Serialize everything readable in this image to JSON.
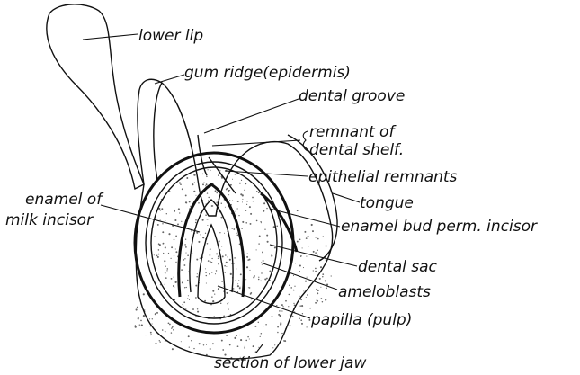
{
  "figure": {
    "labels": {
      "lower_lip": "lower lip",
      "gum_ridge": "gum ridge(epidermis)",
      "dental_groove": "dental groove",
      "remnant_shelf_1": "remnant of",
      "remnant_shelf_2": "dental shelf.",
      "epithelial_remnants": "epithelial remnants",
      "tongue": "tongue",
      "enamel_bud": "enamel bud perm. incisor",
      "enamel_milk_1": "enamel of",
      "enamel_milk_2": "milk incisor",
      "dental_sac": "dental sac",
      "ameloblasts": "ameloblasts",
      "papilla": "papilla (pulp)",
      "section_jaw": "section of lower jaw"
    }
  }
}
